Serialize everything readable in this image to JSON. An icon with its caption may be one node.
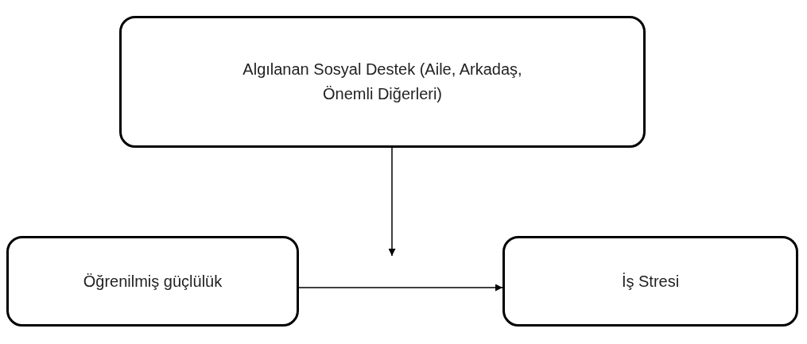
{
  "diagram": {
    "nodes": [
      {
        "text": [
          "Algılanan Sosyal Destek (Aile, Arkadaş, Önemli Diğerleri)"
        ]
      },
      {
        "text": [
          "Öğrenilmiş güçlülük"
        ]
      },
      {
        "text": [
          "İş Stresi"
        ]
      }
    ],
    "edges": [
      {
        "from": 0,
        "to": null,
        "arrow": "to"
      },
      {
        "from": 1,
        "to": 2,
        "arrow": "to"
      }
    ]
  }
}
